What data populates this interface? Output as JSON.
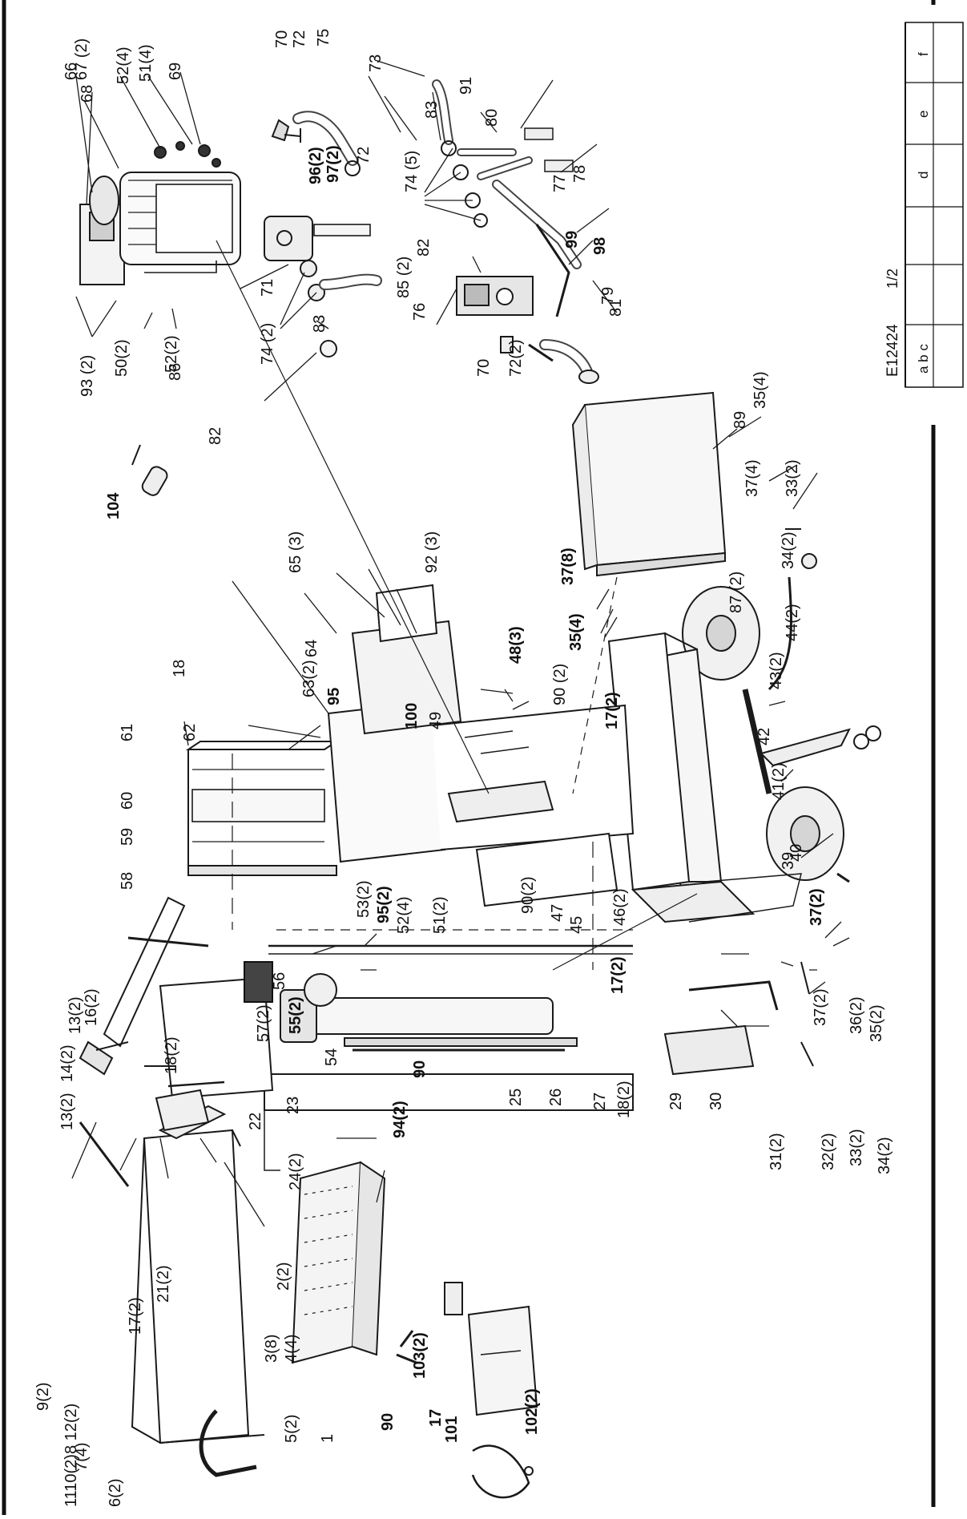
{
  "title_block": {
    "drawing_number": "E12424",
    "sheet": "1/2",
    "rev_cells": [
      "a b c",
      "",
      "",
      "d",
      "e",
      "f"
    ]
  },
  "labels": [
    {
      "id": "66",
      "text": "66",
      "bold": false
    },
    {
      "id": "67",
      "text": "67 (2)",
      "bold": false
    },
    {
      "id": "68",
      "text": "68",
      "bold": false
    },
    {
      "id": "52a",
      "text": "52(4)",
      "bold": false
    },
    {
      "id": "51a",
      "text": "51(4)",
      "bold": false
    },
    {
      "id": "69",
      "text": "69",
      "bold": false
    },
    {
      "id": "70a",
      "text": "70",
      "bold": false
    },
    {
      "id": "72a",
      "text": "72",
      "bold": false
    },
    {
      "id": "75",
      "text": "75",
      "bold": false
    },
    {
      "id": "96",
      "text": "96(2)",
      "bold": true
    },
    {
      "id": "97",
      "text": "97(2)",
      "bold": true
    },
    {
      "id": "72b",
      "text": "72",
      "bold": false
    },
    {
      "id": "73",
      "text": "73",
      "bold": false
    },
    {
      "id": "83a",
      "text": "83",
      "bold": false
    },
    {
      "id": "91",
      "text": "91",
      "bold": false
    },
    {
      "id": "80",
      "text": "80",
      "bold": false
    },
    {
      "id": "74a",
      "text": "74 (5)",
      "bold": false
    },
    {
      "id": "77",
      "text": "77",
      "bold": false
    },
    {
      "id": "78",
      "text": "78",
      "bold": false
    },
    {
      "id": "99",
      "text": "99",
      "bold": true
    },
    {
      "id": "98",
      "text": "98",
      "bold": true
    },
    {
      "id": "82a",
      "text": "82",
      "bold": false
    },
    {
      "id": "79",
      "text": "79",
      "bold": false
    },
    {
      "id": "76",
      "text": "76",
      "bold": false
    },
    {
      "id": "70b",
      "text": "70",
      "bold": false
    },
    {
      "id": "72c",
      "text": "72(2)",
      "bold": false
    },
    {
      "id": "81",
      "text": "81",
      "bold": false
    },
    {
      "id": "85",
      "text": "85 (2)",
      "bold": false
    },
    {
      "id": "71",
      "text": "71",
      "bold": false
    },
    {
      "id": "74b",
      "text": "74 (2)",
      "bold": false
    },
    {
      "id": "83b",
      "text": "83",
      "bold": false
    },
    {
      "id": "86",
      "text": "86",
      "bold": false
    },
    {
      "id": "82b",
      "text": "82",
      "bold": false
    },
    {
      "id": "93",
      "text": "93 (2)",
      "bold": false
    },
    {
      "id": "50",
      "text": "50(2)",
      "bold": false
    },
    {
      "id": "52b",
      "text": "52(2)",
      "bold": false
    },
    {
      "id": "104",
      "text": "104",
      "bold": true
    },
    {
      "id": "89",
      "text": "89",
      "bold": false
    },
    {
      "id": "35a",
      "text": "35(4)",
      "bold": false
    },
    {
      "id": "37a",
      "text": "37(4)",
      "bold": false
    },
    {
      "id": "33a",
      "text": "33(2)",
      "bold": false
    },
    {
      "id": "37b",
      "text": "37(8)",
      "bold": true
    },
    {
      "id": "35b",
      "text": "35(4)",
      "bold": true
    },
    {
      "id": "87",
      "text": "87 (2)",
      "bold": false
    },
    {
      "id": "34a",
      "text": "34(2)",
      "bold": false
    },
    {
      "id": "44",
      "text": "44(2)",
      "bold": false
    },
    {
      "id": "43",
      "text": "43(2)",
      "bold": false
    },
    {
      "id": "42",
      "text": "42",
      "bold": false
    },
    {
      "id": "41",
      "text": "41(2)",
      "bold": false
    },
    {
      "id": "40",
      "text": "40",
      "bold": false
    },
    {
      "id": "39",
      "text": "39",
      "bold": false
    },
    {
      "id": "65",
      "text": "65 (3)",
      "bold": false
    },
    {
      "id": "92",
      "text": "92 (3)",
      "bold": false
    },
    {
      "id": "64",
      "text": "64",
      "bold": false
    },
    {
      "id": "18a",
      "text": "18",
      "bold": false
    },
    {
      "id": "63",
      "text": "63(2)",
      "bold": false
    },
    {
      "id": "95a",
      "text": "95",
      "bold": true
    },
    {
      "id": "48",
      "text": "48(3)",
      "bold": true
    },
    {
      "id": "90a",
      "text": "90 (2)",
      "bold": false
    },
    {
      "id": "17a",
      "text": "17(2)",
      "bold": true
    },
    {
      "id": "100",
      "text": "100",
      "bold": true
    },
    {
      "id": "49",
      "text": "49",
      "bold": false
    },
    {
      "id": "61",
      "text": "61",
      "bold": false
    },
    {
      "id": "62",
      "text": "62",
      "bold": false
    },
    {
      "id": "60",
      "text": "60",
      "bold": false
    },
    {
      "id": "59",
      "text": "59",
      "bold": false
    },
    {
      "id": "58",
      "text": "58",
      "bold": false
    },
    {
      "id": "53",
      "text": "53(2)",
      "bold": false
    },
    {
      "id": "95b",
      "text": "95(2)",
      "bold": true
    },
    {
      "id": "52c",
      "text": "52(4)",
      "bold": false
    },
    {
      "id": "51b",
      "text": "51(2)",
      "bold": false
    },
    {
      "id": "90b",
      "text": "90(2)",
      "bold": false
    },
    {
      "id": "47",
      "text": "47",
      "bold": false
    },
    {
      "id": "45",
      "text": "45",
      "bold": false
    },
    {
      "id": "46",
      "text": "46(2)",
      "bold": false
    },
    {
      "id": "37c",
      "text": "37(2)",
      "bold": true
    },
    {
      "id": "17b",
      "text": "17(2)",
      "bold": true
    },
    {
      "id": "37d",
      "text": "37(2)",
      "bold": false
    },
    {
      "id": "36",
      "text": "36(2)",
      "bold": false
    },
    {
      "id": "35c",
      "text": "35(2)",
      "bold": false
    },
    {
      "id": "34b",
      "text": "34(2)",
      "bold": false
    },
    {
      "id": "33b",
      "text": "33(2)",
      "bold": false
    },
    {
      "id": "32",
      "text": "32(2)",
      "bold": false
    },
    {
      "id": "31",
      "text": "31(2)",
      "bold": false
    },
    {
      "id": "30",
      "text": "30",
      "bold": false
    },
    {
      "id": "29",
      "text": "29",
      "bold": false
    },
    {
      "id": "18b",
      "text": "18(2)",
      "bold": false
    },
    {
      "id": "27",
      "text": "27",
      "bold": false
    },
    {
      "id": "26",
      "text": "26",
      "bold": false
    },
    {
      "id": "25",
      "text": "25",
      "bold": false
    },
    {
      "id": "16",
      "text": "16(2)",
      "bold": false
    },
    {
      "id": "13a",
      "text": "13(2)",
      "bold": false
    },
    {
      "id": "14",
      "text": "14(2)",
      "bold": false
    },
    {
      "id": "13b",
      "text": "13(2)",
      "bold": false
    },
    {
      "id": "18c",
      "text": "18(2)",
      "bold": false
    },
    {
      "id": "57",
      "text": "57(2)",
      "bold": false
    },
    {
      "id": "56",
      "text": "56",
      "bold": false
    },
    {
      "id": "55",
      "text": "55(2)",
      "bold": true
    },
    {
      "id": "54",
      "text": "54",
      "bold": false
    },
    {
      "id": "23",
      "text": "23",
      "bold": false
    },
    {
      "id": "22",
      "text": "22",
      "bold": false
    },
    {
      "id": "94",
      "text": "94(2)",
      "bold": true
    },
    {
      "id": "90c",
      "text": "90",
      "bold": true
    },
    {
      "id": "24",
      "text": "24(2)",
      "bold": false
    },
    {
      "id": "11",
      "text": "1110(2)8 12(2)",
      "bold": false
    },
    {
      "id": "17c",
      "text": "17(2)",
      "bold": false
    },
    {
      "id": "21",
      "text": "21(2)",
      "bold": false
    },
    {
      "id": "2",
      "text": "2(2)",
      "bold": false
    },
    {
      "id": "3",
      "text": "3(8)",
      "bold": false
    },
    {
      "id": "4",
      "text": "4(4)",
      "bold": false
    },
    {
      "id": "5",
      "text": "5(2)",
      "bold": false
    },
    {
      "id": "1",
      "text": "1",
      "bold": false
    },
    {
      "id": "9",
      "text": "9(2)",
      "bold": false
    },
    {
      "id": "7",
      "text": "7(4)",
      "bold": false
    },
    {
      "id": "6",
      "text": "6(2)",
      "bold": false
    },
    {
      "id": "103",
      "text": "103(2)",
      "bold": true
    },
    {
      "id": "102",
      "text": "102(2)",
      "bold": true
    },
    {
      "id": "90d",
      "text": "90",
      "bold": true
    },
    {
      "id": "17d",
      "text": "17",
      "bold": true
    },
    {
      "id": "101",
      "text": "101",
      "bold": true
    }
  ]
}
